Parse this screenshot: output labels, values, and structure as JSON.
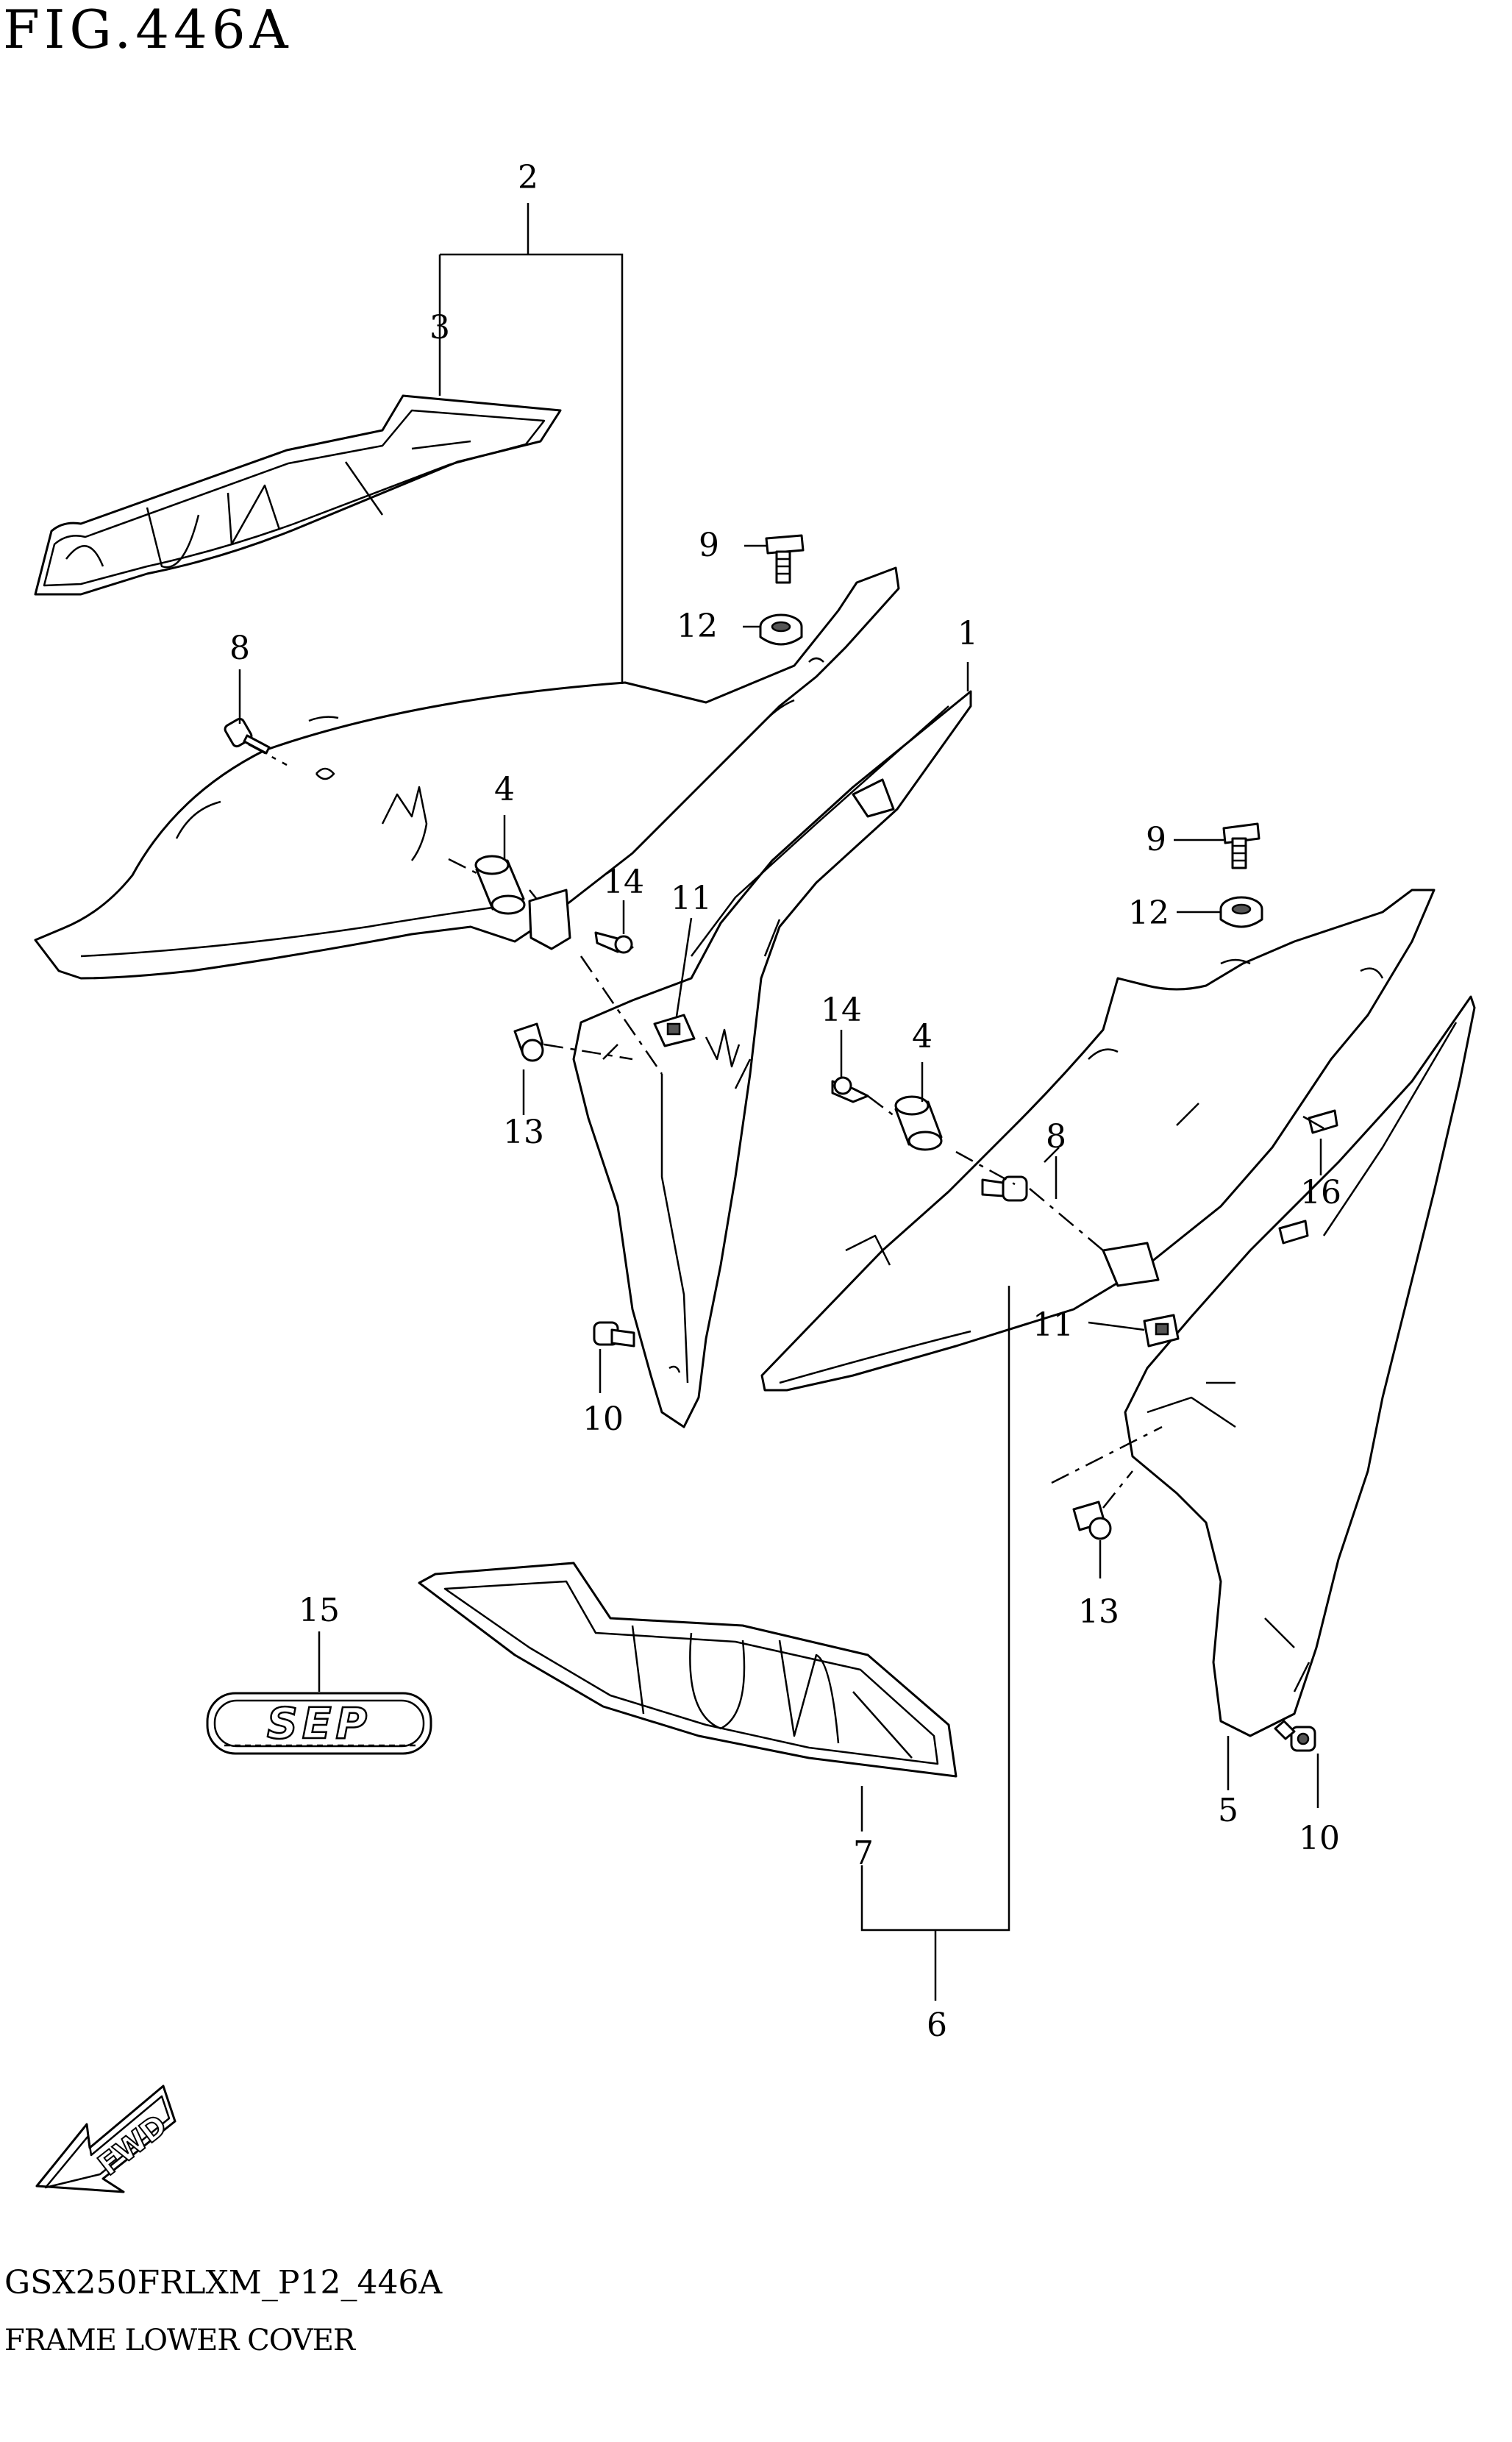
{
  "figure": {
    "title": "FIG.446A",
    "model_code": "GSX250FRLXM_P12_446A",
    "caption": "FRAME LOWER COVER"
  },
  "callouts": {
    "c1": "1",
    "c2": "2",
    "c3": "3",
    "c4a": "4",
    "c4b": "4",
    "c5": "5",
    "c6": "6",
    "c7": "7",
    "c8a": "8",
    "c8b": "8",
    "c9a": "9",
    "c9b": "9",
    "c10a": "10",
    "c10b": "10",
    "c11a": "11",
    "c11b": "11",
    "c12a": "12",
    "c12b": "12",
    "c13a": "13",
    "c13b": "13",
    "c14a": "14",
    "c14b": "14",
    "c15": "15",
    "c16": "16"
  },
  "emblem": {
    "text": "SEP"
  },
  "direction_arrow": {
    "text": "FWD",
    "icon": "fwd-arrow-icon"
  }
}
